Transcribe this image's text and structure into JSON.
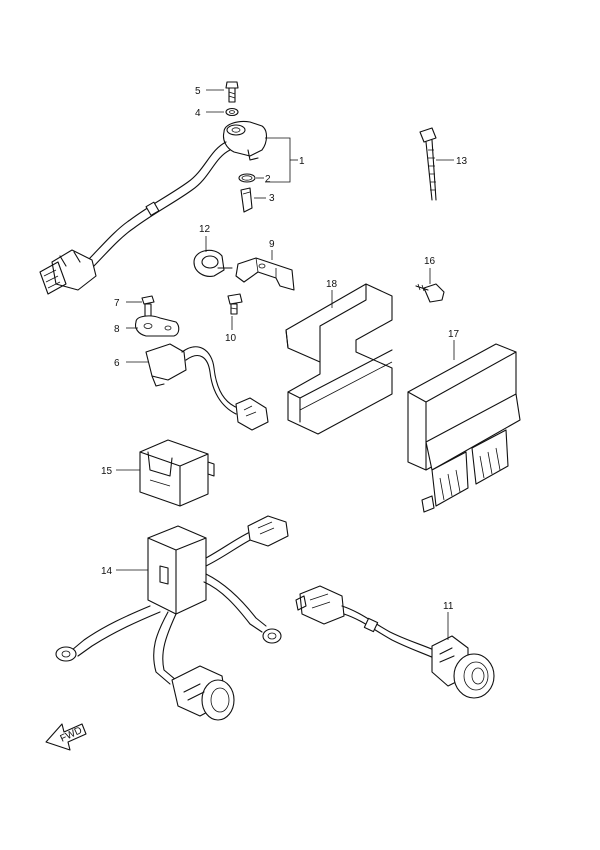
{
  "callouts": {
    "c1": "1",
    "c2": "2",
    "c3": "3",
    "c4": "4",
    "c5": "5",
    "c6": "6",
    "c7": "7",
    "c8": "8",
    "c9": "9",
    "c10": "10",
    "c11": "11",
    "c12": "12",
    "c13": "13",
    "c14": "14",
    "c15": "15",
    "c16": "16",
    "c17": "17",
    "c18": "18"
  },
  "direction_marker": {
    "text": "FWD",
    "icon": "forward-arrow-icon"
  }
}
